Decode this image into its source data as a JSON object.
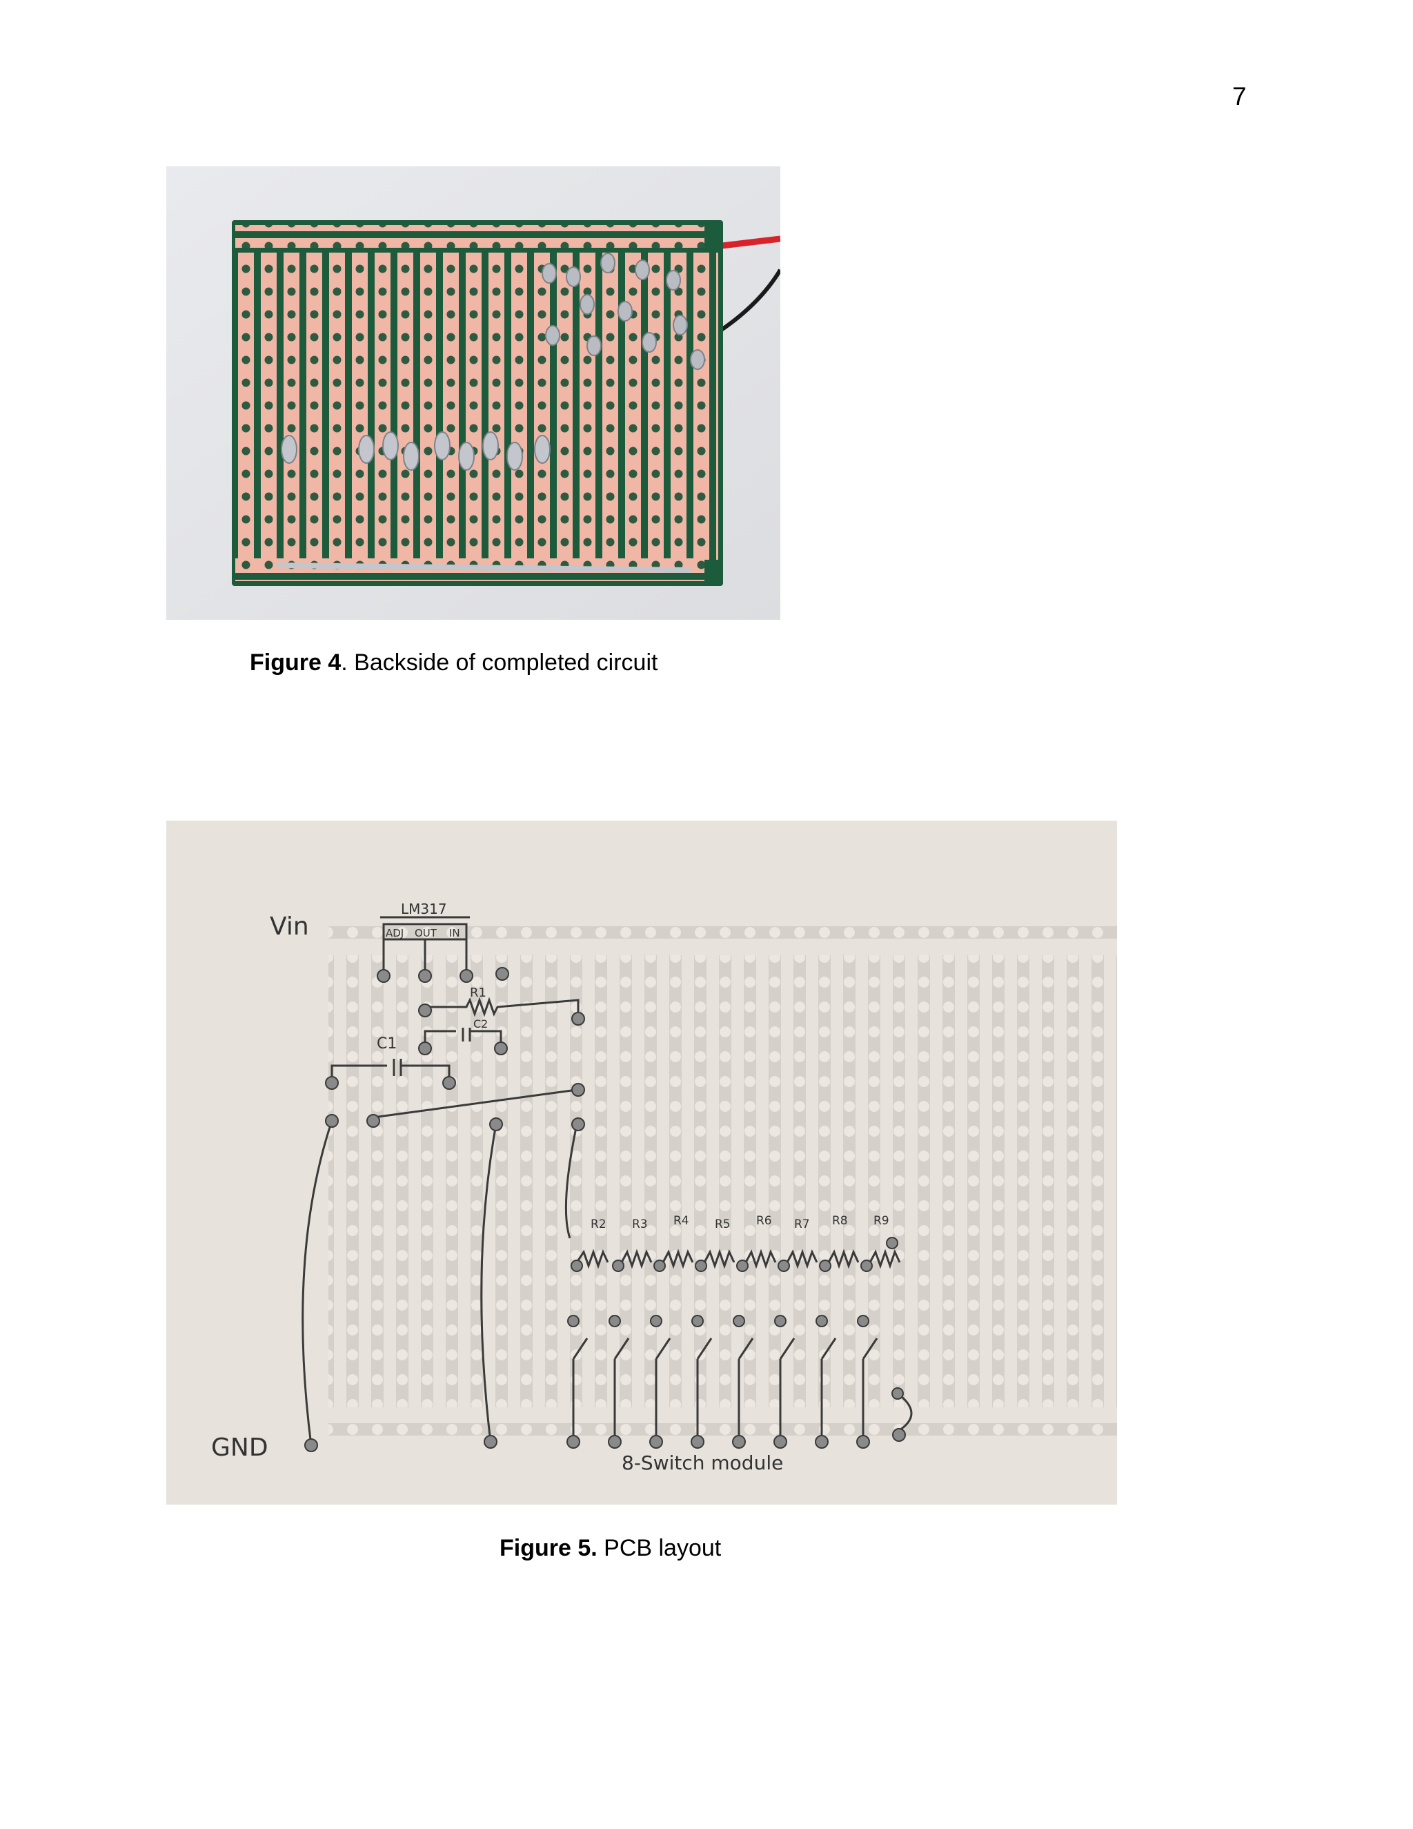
{
  "page_number": "7",
  "figure4": {
    "label": "Figure 4",
    "caption": ". Backside of completed circuit"
  },
  "figure5": {
    "label": "Figure 5.",
    "caption": " PCB layout",
    "sketch_labels": {
      "vin": "Vin",
      "regulator": "LM317",
      "pins": [
        "ADJ",
        "OUT",
        "IN"
      ],
      "r1": "R1",
      "c1": "C1",
      "c2": "C2",
      "resistors": [
        "R2",
        "R3",
        "R4",
        "R5",
        "R6",
        "R7",
        "R8",
        "R9"
      ],
      "gnd": "GND",
      "module": "8-Switch module"
    }
  }
}
